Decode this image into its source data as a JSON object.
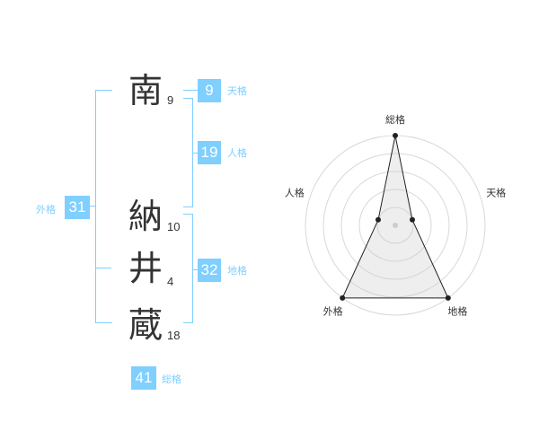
{
  "name_chars": [
    {
      "char": "南",
      "strokes": "9"
    },
    {
      "char": "納",
      "strokes": "10"
    },
    {
      "char": "井",
      "strokes": "4"
    },
    {
      "char": "蔵",
      "strokes": "18"
    }
  ],
  "fortune": {
    "tenkaku": {
      "label": "天格",
      "value": "9"
    },
    "jinkaku": {
      "label": "人格",
      "value": "19"
    },
    "chikaku": {
      "label": "地格",
      "value": "32"
    },
    "gaikaku": {
      "label": "外格",
      "value": "31"
    },
    "soukaku": {
      "label": "総格",
      "value": "41"
    }
  },
  "accent_color": "#7fcfff",
  "chart_data": {
    "type": "radar",
    "axes": [
      "総格",
      "天格",
      "地格",
      "外格",
      "人格"
    ],
    "values": [
      5,
      1,
      5,
      5,
      1
    ],
    "rmax": 5,
    "rings": 5
  }
}
